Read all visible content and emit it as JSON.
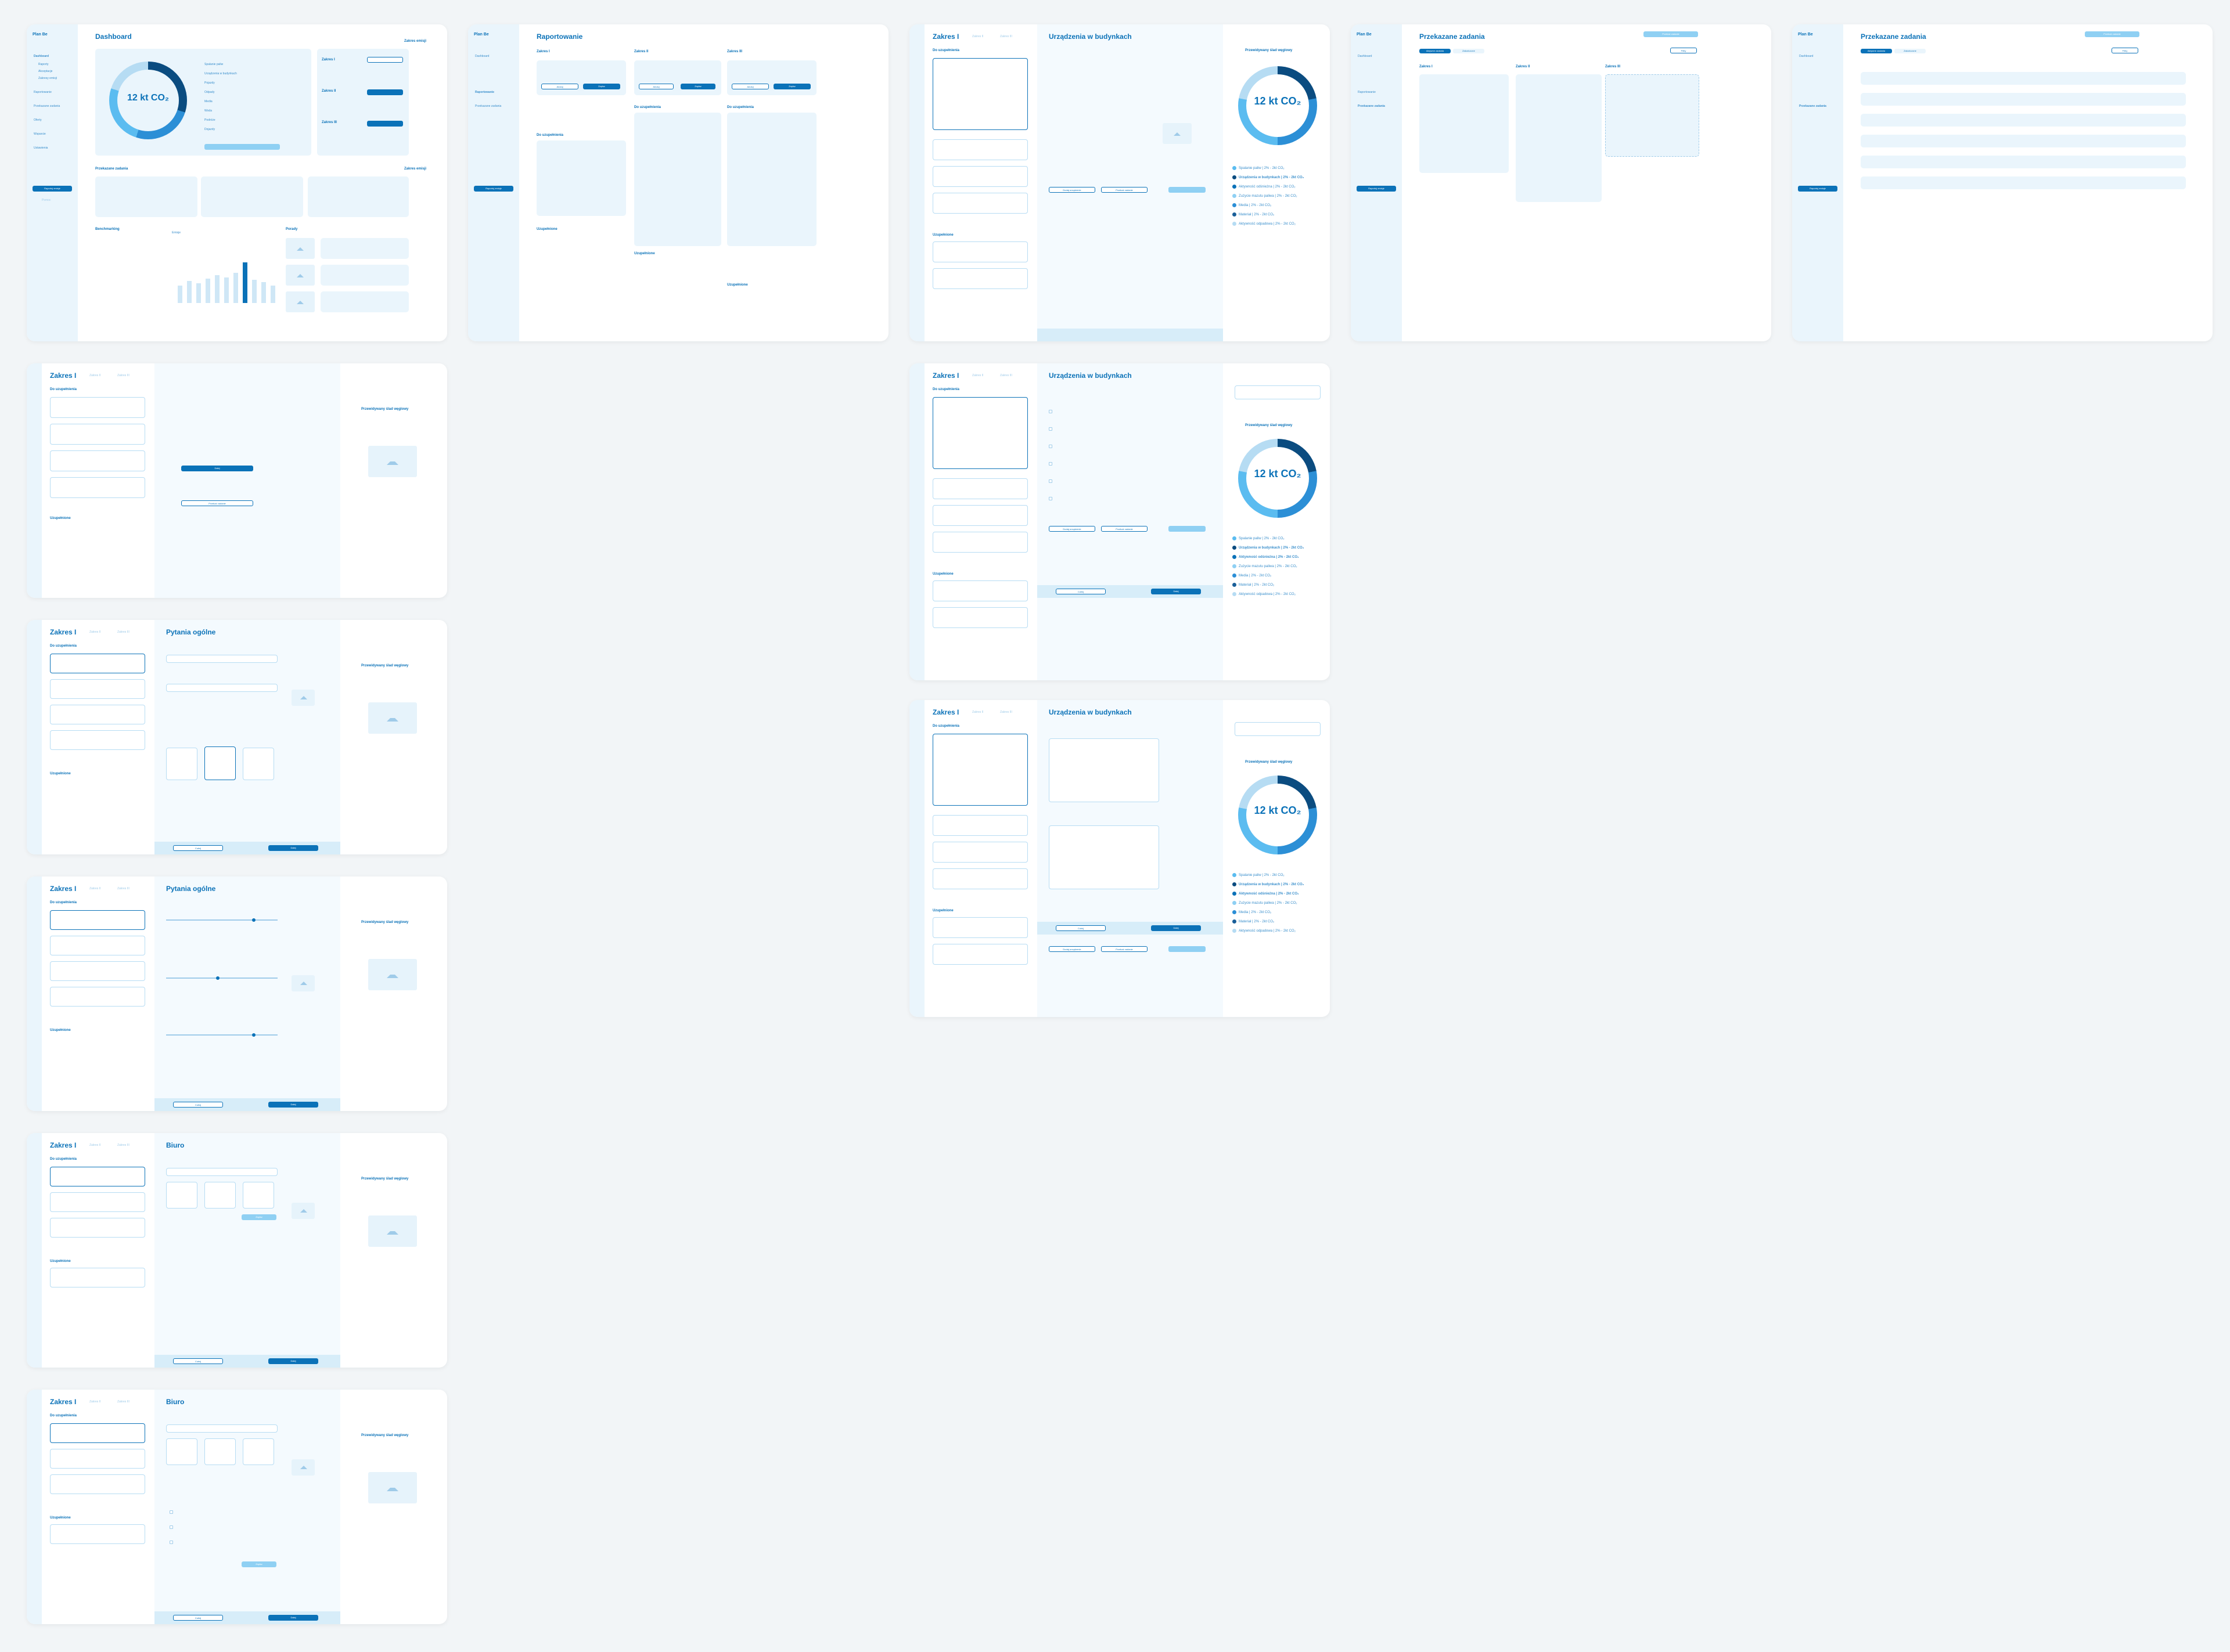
{
  "app": {
    "brand": "Plan Be"
  },
  "nav": {
    "items": [
      "Dashboard",
      "Raporty",
      "Akceptacje",
      "Zakresy emisji",
      "Raportowanie",
      "Przekazane zadania",
      "Oferty",
      "Wsparcie",
      "Ustawienia"
    ],
    "primary_button": "Raportuj emisje",
    "secondary_button": "Pomoc"
  },
  "dashboard": {
    "title": "Dashboard",
    "emissions_header": "Zakres emisji",
    "total": "12 kt CO₂",
    "scope_list": [
      "Spalanie paliw",
      "Urządzenia w budynkach",
      "Pojazdy",
      "Odpady",
      "Media",
      "Woda",
      "Podróże",
      "Dojazdy"
    ],
    "scope_labels": [
      "Zakres I",
      "Zakres II",
      "Zakres III"
    ],
    "tasks_title": "Przekazane zadania",
    "benchmark_title": "Benchmarking",
    "emission_chart_title": "Emisje",
    "tips_title": "Porady"
  },
  "reporting": {
    "title": "Raportowanie",
    "scopes": [
      "Zakres I",
      "Zakres II",
      "Zakres III"
    ],
    "to_fill": "Do uzupełnienia",
    "filled": "Uzupełnione",
    "cancel": "Anuluj",
    "save": "Zapisz"
  },
  "scope1": {
    "title": "Zakres I",
    "tab2": "Zakres II",
    "tab3": "Zakres III",
    "devices_title": "Urządzenia w budynkach",
    "general_title": "Pytania ogólne",
    "office_title": "Biuro",
    "emission_title": "Przewidywany ślad węglowy",
    "total": "12 kt CO₂",
    "add_device": "Dodaj urządzenie",
    "delegate": "Przekaż zadanie",
    "back": "Cofnij",
    "next": "Dalej",
    "legend": [
      {
        "label": "Spalanie paliw | 2% - 2kt CO₂",
        "color": "#5bbcf0"
      },
      {
        "label": "Urządzenia w budynkach | 2% - 2kt CO₂",
        "color": "#0b4c80"
      },
      {
        "label": "Aktywność odśnieżna | 2% - 2kt CO₂",
        "color": "#0b72b8"
      },
      {
        "label": "Zużycie mazutu paliwa | 2% - 2kt CO₂",
        "color": "#8fd0f3"
      },
      {
        "label": "Media | 2% - 2kt CO₂",
        "color": "#2c8fd6"
      },
      {
        "label": "Materiał | 2% - 2kt CO₂",
        "color": "#1a5f99"
      },
      {
        "label": "Aktywność odpadowa | 2% - 2kt CO₂",
        "color": "#b6dcf3"
      }
    ]
  },
  "tasks": {
    "title": "Przekazane zadania",
    "tab_active": "Aktywne zadania",
    "tab_done": "Zakończone",
    "button": "Przekaż zadanie",
    "filter": "Filtry"
  }
}
